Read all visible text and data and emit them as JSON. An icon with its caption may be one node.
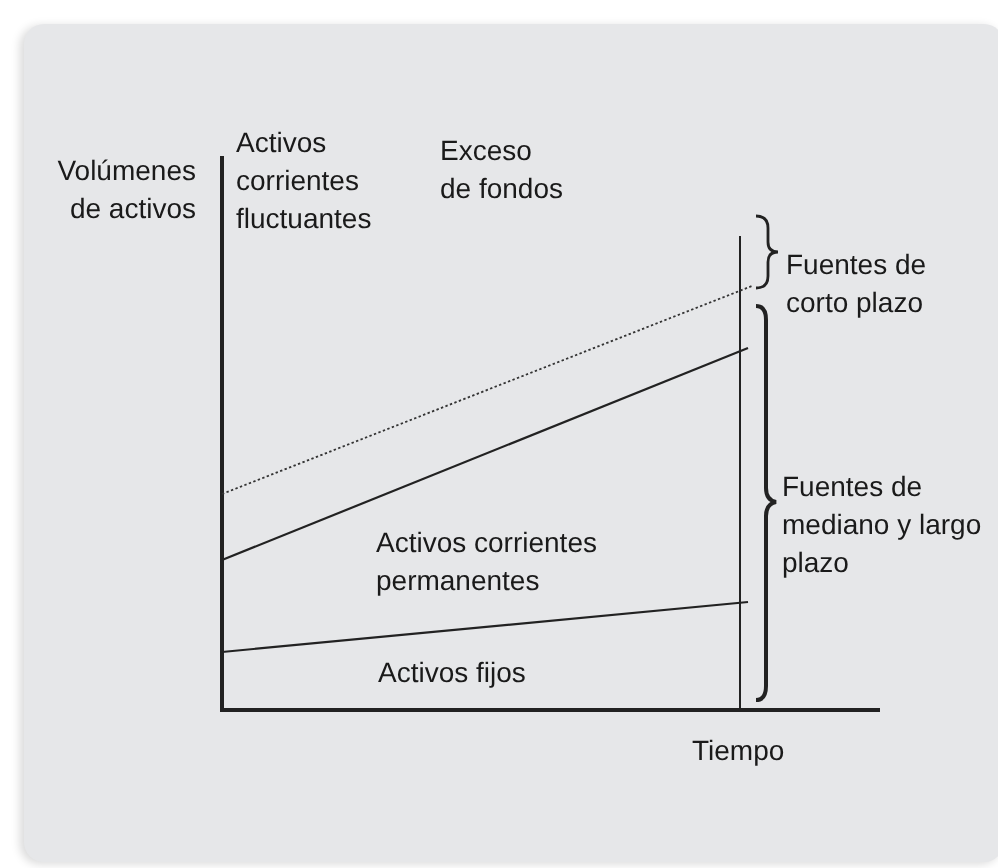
{
  "diagram": {
    "labels": [
      "Volúmenes de activos",
      "Activos corrientes fluctuantes",
      "Exceso de fondos",
      "Fuentes de corto plazo",
      "Fuentes de mediano y largo plazo",
      "Activos corrientes permanentes",
      "Activos fijos",
      "Tiempo"
    ]
  }
}
